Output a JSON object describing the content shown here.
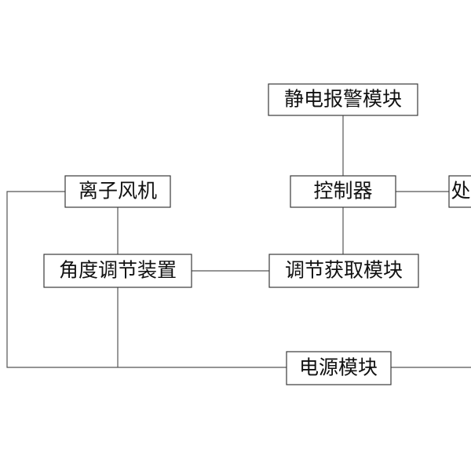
{
  "diagram": {
    "nodes": {
      "static_alarm": {
        "label": "静电报警模块"
      },
      "controller": {
        "label": "控制器"
      },
      "right_cutoff": {
        "label": "处"
      },
      "ion_fan": {
        "label": "离子风机"
      },
      "angle_adjust": {
        "label": "角度调节装置"
      },
      "adjust_acquire": {
        "label": "调节获取模块"
      },
      "power": {
        "label": "电源模块"
      }
    }
  }
}
